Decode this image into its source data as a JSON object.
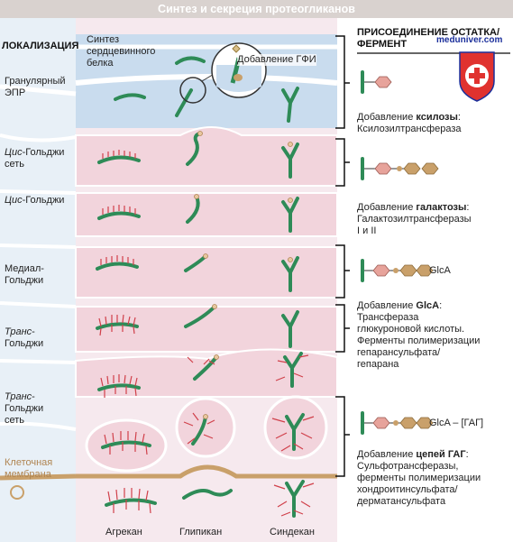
{
  "title": "Синтез и секреция протеогликанов",
  "headers": {
    "localization": "ЛОКАЛИЗАЦИЯ",
    "attachment_line1": "ПРИСОЕДИНЕНИЕ ОСТАТКА/",
    "attachment_line2": "ФЕРМЕНТ"
  },
  "watermark": "meduniver.com",
  "annotations": {
    "core_protein_l1": "Синтез",
    "core_protein_l2": "сердцевинного",
    "core_protein_l3": "белка",
    "gpi": "Добавление ГФИ"
  },
  "compartments": {
    "rough_er": {
      "l1": "Гранулярный",
      "l2": "ЭПР"
    },
    "cis_golgi_network": {
      "prefix": "Цис",
      "l1_rest": "-Гольджи",
      "l2": "сеть"
    },
    "cis_golgi": {
      "prefix": "Цис",
      "l1_rest": "-Гольджи"
    },
    "medial_golgi": {
      "l1": "Медиал-",
      "l2": "Гольджи"
    },
    "trans_golgi": {
      "prefix": "Транс",
      "l1_rest": "-",
      "l2": "Гольджи"
    },
    "trans_golgi_network": {
      "prefix": "Транс",
      "l1_rest": "-",
      "l2": "Гольджи",
      "l3": "сеть"
    },
    "cell_membrane": {
      "l1": "Клеточная",
      "l2": "мембрана"
    }
  },
  "proteoglycans": [
    "Агрекан",
    "Глипикан",
    "Синдекан"
  ],
  "steps": {
    "xylose": {
      "prefix": "Добавление ",
      "bold": "ксилозы",
      "suffix": ":",
      "l2": "Ксилозилтрансфераза"
    },
    "galactose": {
      "prefix": "Добавление ",
      "bold": "галактозы",
      "suffix": ":",
      "l2": "Галактозилтрансферазы",
      "l3": "I и II"
    },
    "glca": {
      "prefix": "Добавление ",
      "bold": "GlcA",
      "suffix": ":",
      "l2": "Трансфераза",
      "l3": "глюкуроновой кислоты.",
      "l4": "Ферменты полимеризации",
      "l5": "гепарансульфата/",
      "l6": "гепарана"
    },
    "gag": {
      "prefix": "Добавление ",
      "bold": "цепей ГАГ",
      "suffix": ":",
      "l2": "Сульфотрансферазы,",
      "l3": "ферменты полимеризации",
      "l4": "хондроитинсульфата/",
      "l5": "дерматансульфата"
    }
  },
  "chain_labels": {
    "glca": "GlcA",
    "gag_glca": "GlcA",
    "gag_dash": "–",
    "gag": "[ГАГ]"
  },
  "colors": {
    "er": "#c9dcee",
    "golgi": "#f2d4dc",
    "protein": "#2e8b57",
    "xylose": "#e7a39b",
    "galactose": "#c9a06a",
    "gag": "#d0404a"
  }
}
